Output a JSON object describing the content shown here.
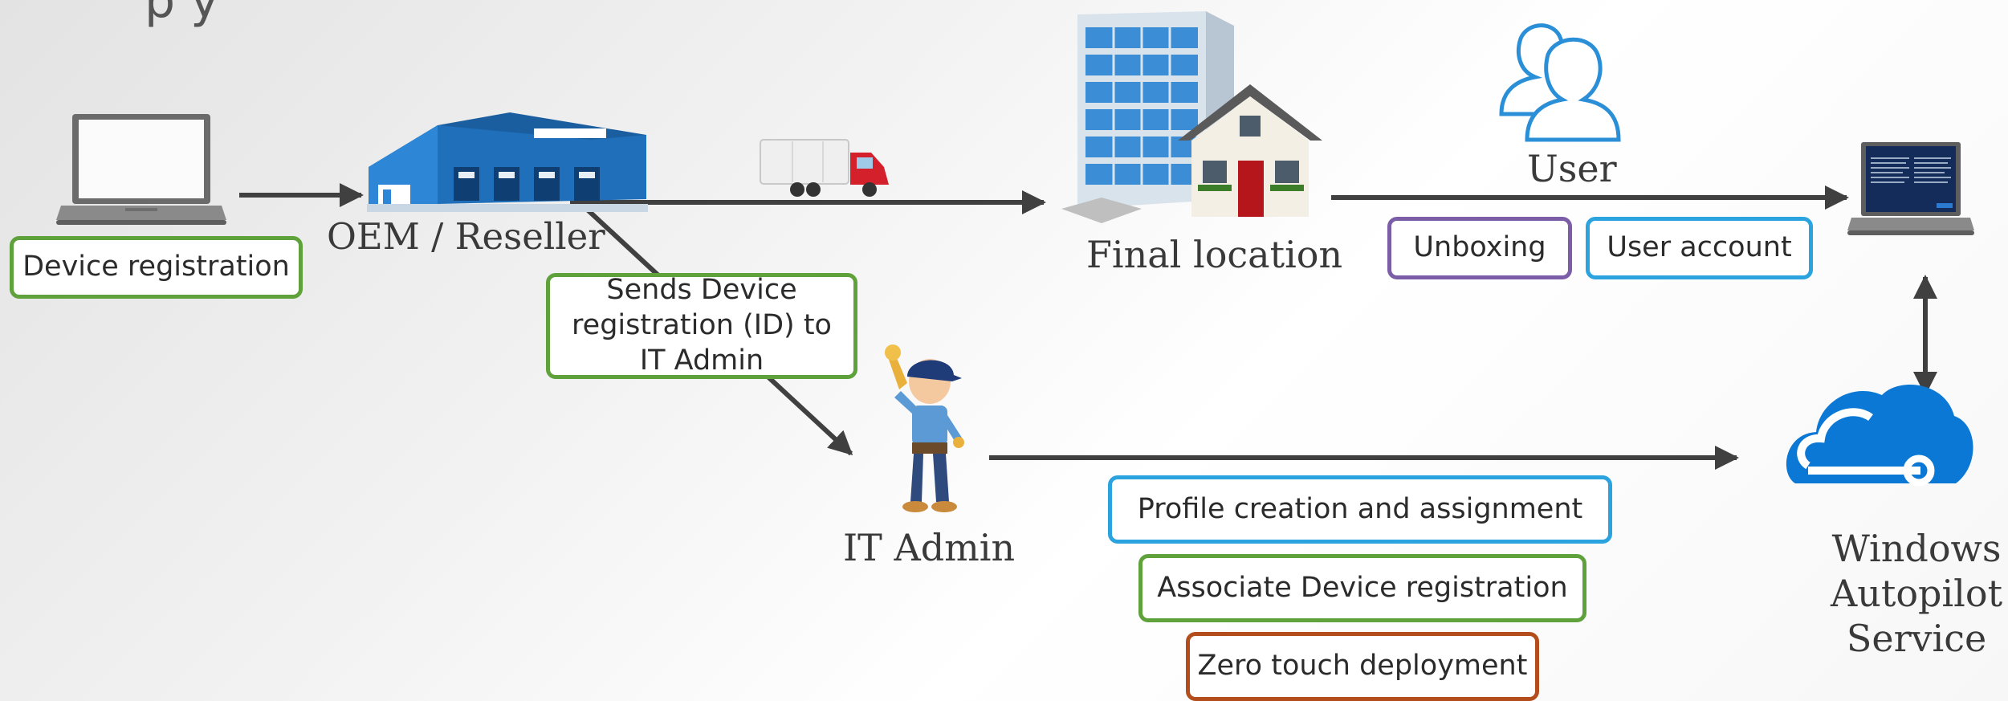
{
  "labels": {
    "oem": "OEM / Reseller",
    "final_location": "Final location",
    "user": "User",
    "it_admin": "IT Admin",
    "autopilot_line1": "Windows",
    "autopilot_line2": "Autopilot",
    "autopilot_line3": "Service"
  },
  "boxes": {
    "device_registration": "Device registration",
    "sends_device_registration": "Sends Device registration (ID) to IT Admin",
    "unboxing": "Unboxing",
    "user_account": "User account",
    "profile_creation": "Profile creation and assignment",
    "associate_registration": "Associate Device registration",
    "zero_touch": "Zero touch deployment"
  },
  "colors": {
    "green": "#5fa13a",
    "blue": "#2ba3de",
    "purple": "#7b5ea7",
    "orange": "#b34d1c",
    "arrow": "#404040",
    "cloud": "#0a78d4"
  },
  "icons": [
    "laptop-icon",
    "warehouse-icon",
    "truck-icon",
    "office-building-icon",
    "house-icon",
    "users-icon",
    "it-admin-character-icon",
    "cloud-icon",
    "configured-laptop-icon"
  ]
}
